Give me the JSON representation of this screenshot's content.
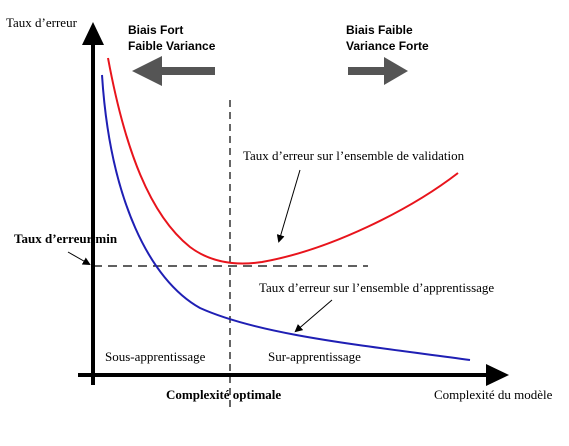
{
  "axes": {
    "y_label": "Taux d’erreur",
    "x_label": "Complexité du modèle"
  },
  "regions": {
    "left_heading_line1": "Biais Fort",
    "left_heading_line2": "Faible Variance",
    "right_heading_line1": "Biais Faible",
    "right_heading_line2": "Variance Forte",
    "under_label": "Sous-apprentissage",
    "over_label": "Sur-apprentissage"
  },
  "annotations": {
    "min_error": "Taux d’erreur min",
    "optimal": "Complexité optimale",
    "validation_curve": "Taux d’erreur sur l’ensemble de validation",
    "training_curve": "Taux d’erreur sur l’ensemble d’apprentissage"
  },
  "colors": {
    "validation": "#e8141c",
    "training": "#1f1fb4",
    "axis": "#000000",
    "arrow": "#555555"
  }
}
